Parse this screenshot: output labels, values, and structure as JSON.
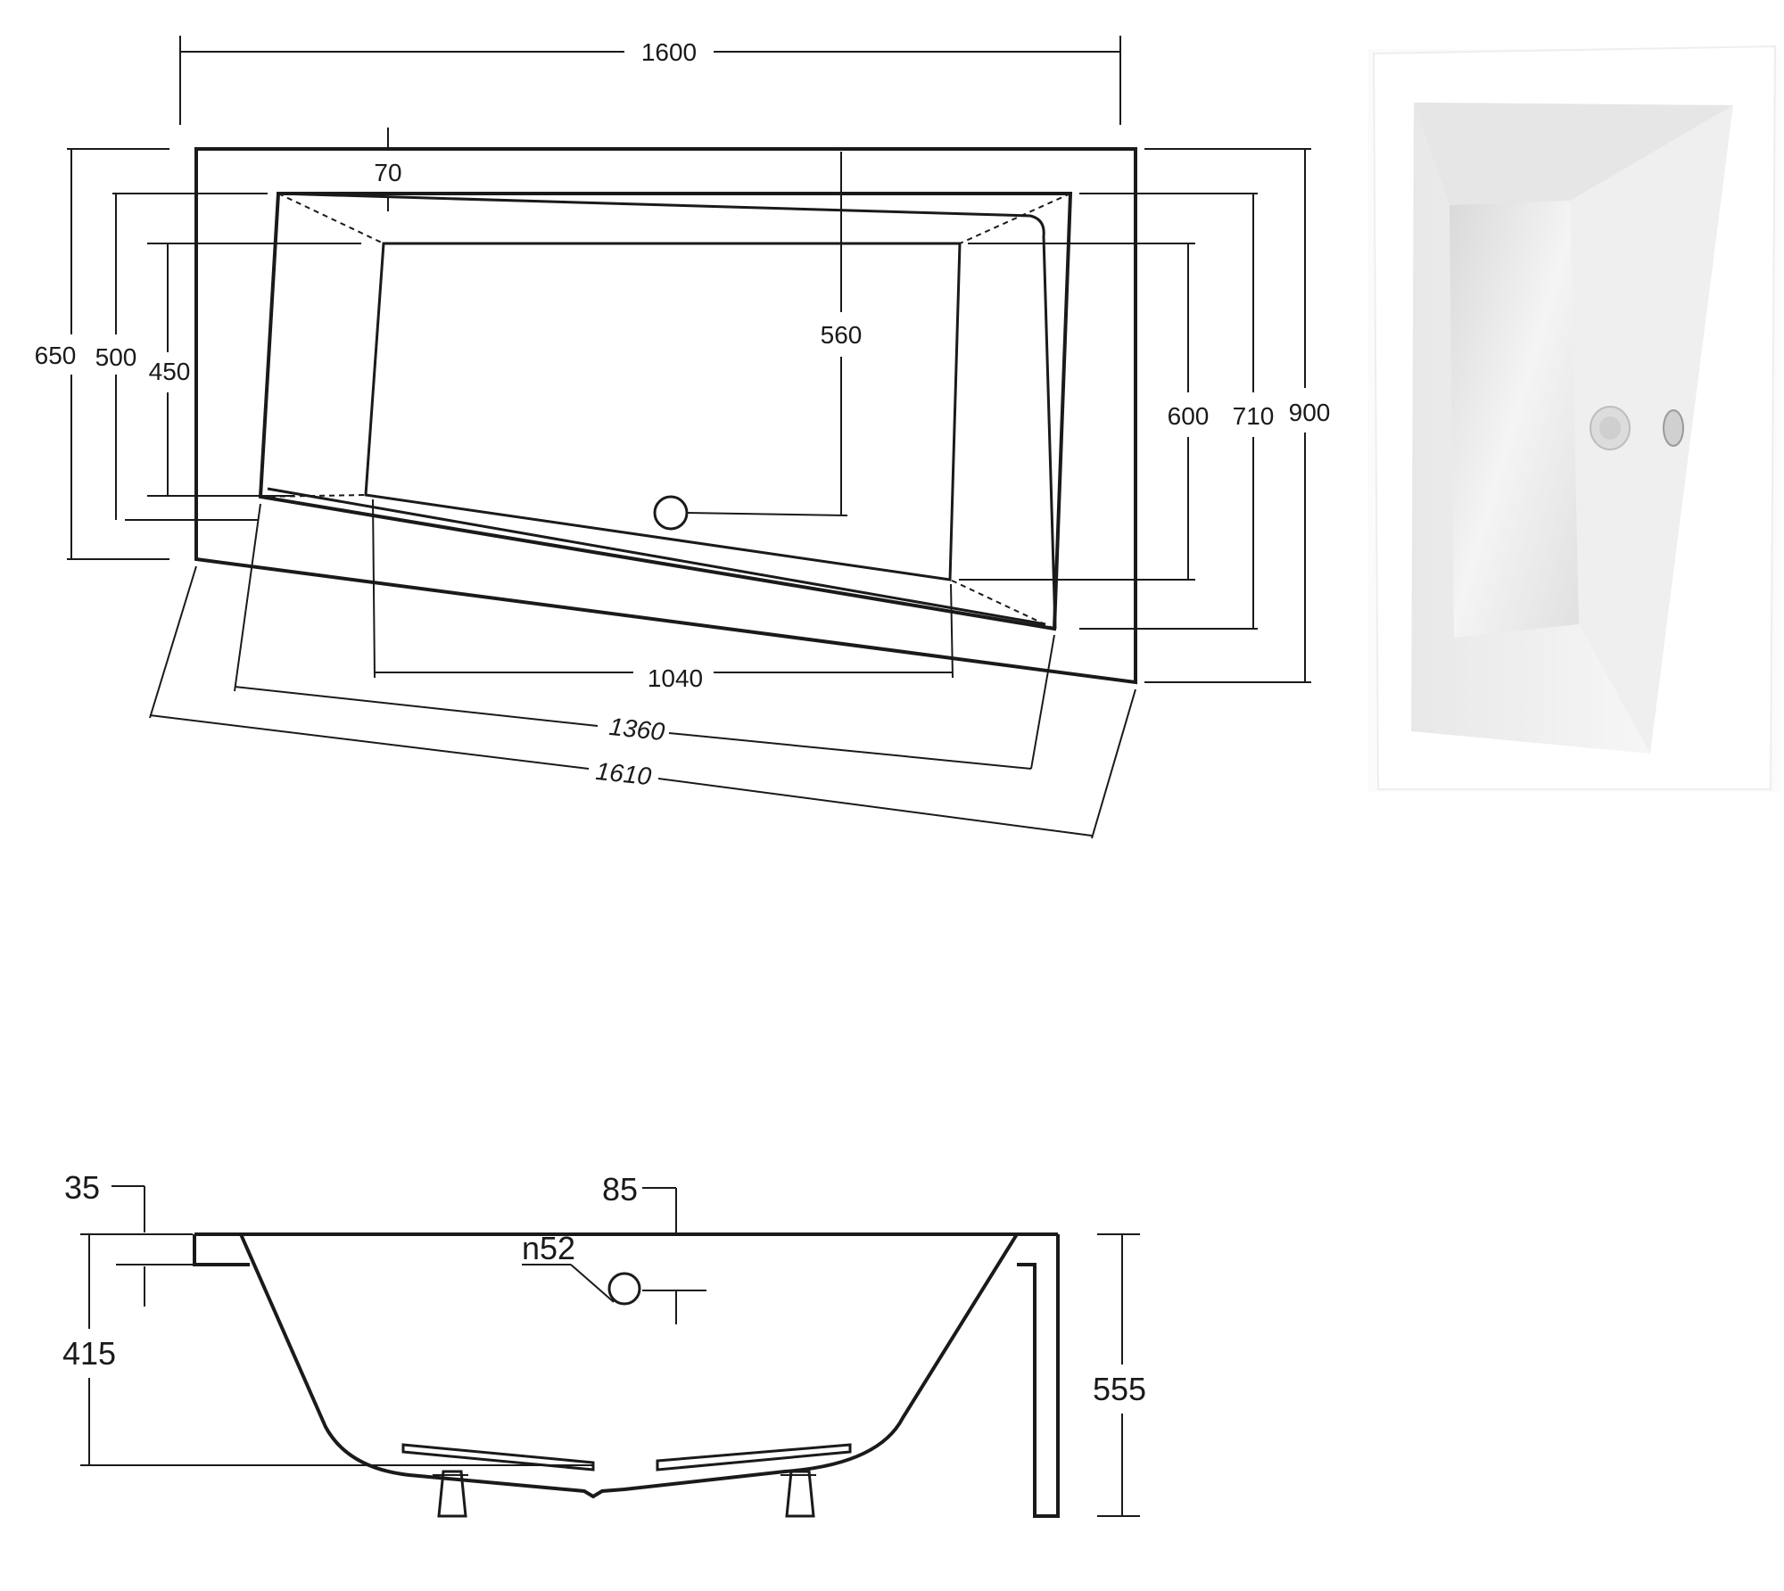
{
  "plan_view": {
    "dim_overall_width": "1600",
    "dim_rim_70": "70",
    "dim_560": "560",
    "dim_650": "650",
    "dim_500": "500",
    "dim_450": "450",
    "dim_600": "600",
    "dim_710": "710",
    "dim_900": "900",
    "dim_1040": "1040",
    "dim_1360": "1360",
    "dim_1610": "1610"
  },
  "side_view": {
    "dim_35": "35",
    "dim_85": "85",
    "dim_overflow": "n52",
    "dim_415": "415",
    "dim_555": "555"
  },
  "render_view": {
    "icons": [
      "overflow-drain-icon",
      "waste-valve-icon"
    ],
    "colors": {
      "tub_shadow": "#e4e4e4",
      "tub_white": "#ffffff"
    }
  }
}
